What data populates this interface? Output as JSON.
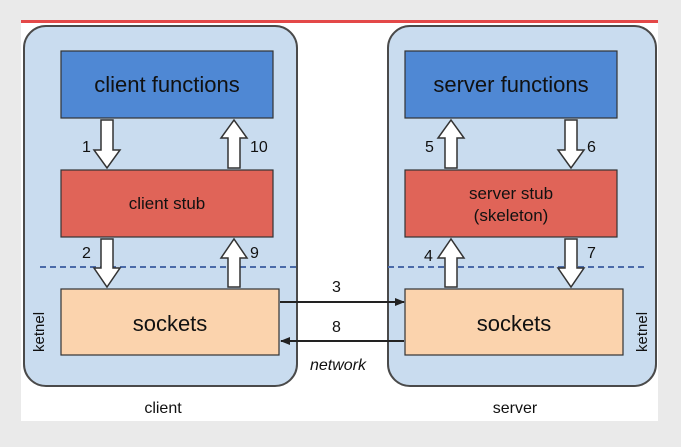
{
  "diagram": {
    "client": {
      "label": "client",
      "kernel_label": "ketnel",
      "functions": "client functions",
      "stub": "client stub",
      "sockets": "sockets"
    },
    "server": {
      "label": "server",
      "kernel_label": "ketnel",
      "functions": "server functions",
      "stub_line1": "server stub",
      "stub_line2": "(skeleton)",
      "sockets": "sockets"
    },
    "steps": {
      "s1": "1",
      "s2": "2",
      "s3": "3",
      "s4": "4",
      "s5": "5",
      "s6": "6",
      "s7": "7",
      "s8": "8",
      "s9": "9",
      "s10": "10"
    },
    "network_label": "network",
    "colors": {
      "panel_fill": "#c9dcef",
      "panel_stroke": "#4a4a4a",
      "functions_fill": "#4f88d4",
      "stub_fill": "#e06458",
      "sockets_fill": "#fbd3ad",
      "dashed_line": "#4a6aa8",
      "accent_line": "#e34848"
    }
  }
}
